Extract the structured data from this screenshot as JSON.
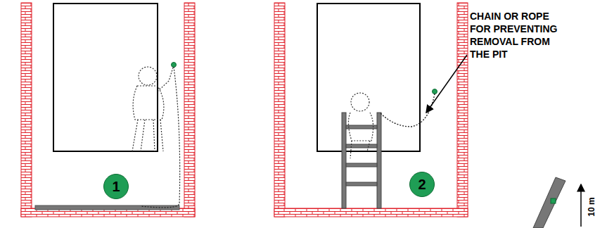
{
  "diagram": {
    "nodes": [
      {
        "text": [
          "1"
        ]
      },
      {
        "text": [
          "2"
        ]
      }
    ],
    "labels": [
      "CHAIN OR ROPE FOR PREVENTING REMOVAL FROM THE PIT",
      "10 m"
    ]
  }
}
